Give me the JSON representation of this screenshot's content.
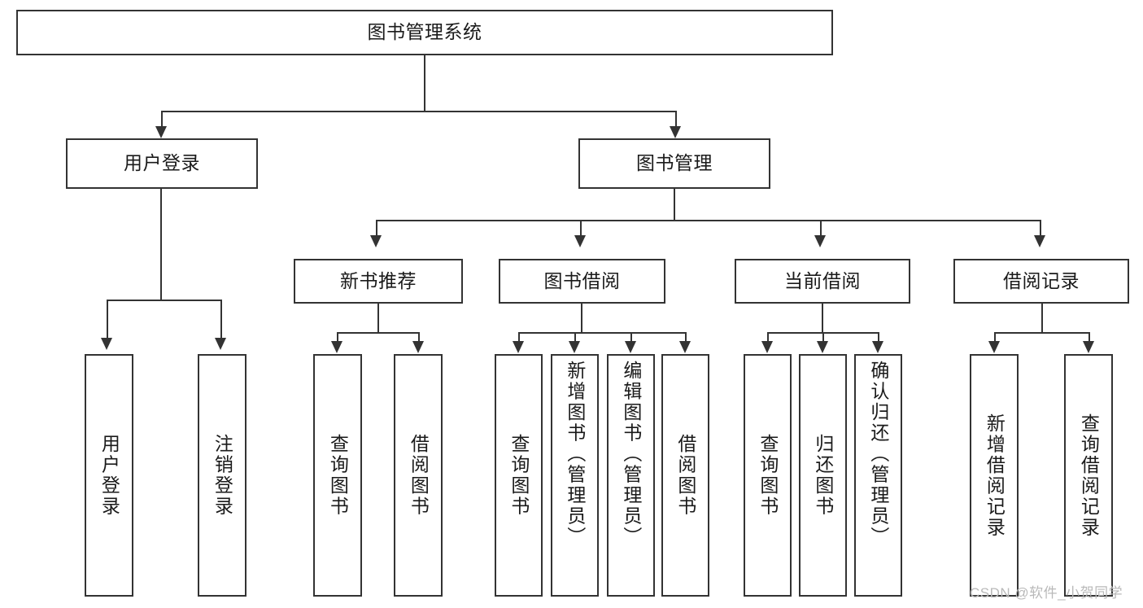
{
  "diagram": {
    "title": "图书管理系统",
    "type": "hierarchy-tree",
    "root": {
      "label": "图书管理系统"
    },
    "level2": [
      {
        "label": "用户登录"
      },
      {
        "label": "图书管理"
      }
    ],
    "level3": [
      {
        "label": "新书推荐"
      },
      {
        "label": "图书借阅"
      },
      {
        "label": "当前借阅"
      },
      {
        "label": "借阅记录"
      }
    ],
    "leaves": {
      "user_login": [
        {
          "label": "用户登录"
        },
        {
          "label": "注销登录"
        }
      ],
      "new_book_recommend": [
        {
          "label": "查询图书"
        },
        {
          "label": "借阅图书"
        }
      ],
      "book_borrow": [
        {
          "label": "查询图书"
        },
        {
          "label": "新增图书（管理员）"
        },
        {
          "label": "编辑图书（管理员）"
        },
        {
          "label": "借阅图书"
        }
      ],
      "current_borrow": [
        {
          "label": "查询图书"
        },
        {
          "label": "归还图书"
        },
        {
          "label": "确认归还（管理员）"
        }
      ],
      "borrow_record": [
        {
          "label": "新增借阅记录"
        },
        {
          "label": "查询借阅记录"
        }
      ]
    },
    "watermark": "CSDN @软件_小贺同学",
    "colors": {
      "stroke": "#333333",
      "fill": "#ffffff",
      "text": "#1a1a1a",
      "watermark": "#b9b9b9"
    }
  }
}
